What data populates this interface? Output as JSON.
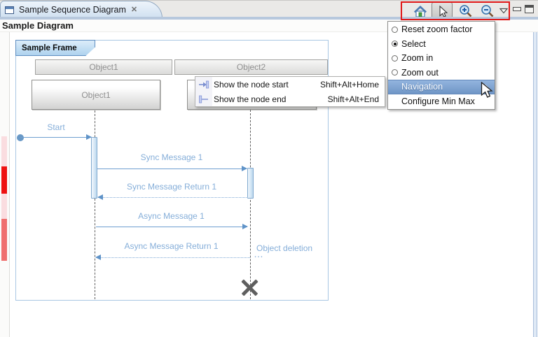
{
  "tab": {
    "title": "Sample Sequence Diagram",
    "close_glyph": "✕"
  },
  "breadcrumb": {
    "label": "Sample Diagram"
  },
  "toolbar": {
    "icons": [
      "home-icon",
      "select-cursor-icon",
      "zoom-in-icon",
      "zoom-out-icon",
      "menu-dropdown-icon"
    ],
    "window": [
      "minimize-icon",
      "maximize-icon"
    ]
  },
  "diagram": {
    "frame_label": "Sample Frame",
    "headers": {
      "object1": "Object1",
      "object2": "Object2"
    },
    "boxes": {
      "object1": "Object1"
    },
    "messages": {
      "start": "Start",
      "sync1": "Sync Message 1",
      "sync1_return": "Sync Message Return 1",
      "async1": "Async Message 1",
      "async1_return": "Async Message Return 1"
    },
    "deletion_label": "Object deletion",
    "ellipsis": "…"
  },
  "submenu": {
    "items": [
      {
        "icon": "show-node-start-icon",
        "label": "Show the node start",
        "shortcut": "Shift+Alt+Home"
      },
      {
        "icon": "show-node-end-icon",
        "label": "Show the node end",
        "shortcut": "Shift+Alt+End"
      }
    ]
  },
  "context_menu": {
    "items": [
      {
        "label": "Reset zoom factor",
        "type": "radio",
        "selected": false
      },
      {
        "label": "Select",
        "type": "radio",
        "selected": true
      },
      {
        "label": "Zoom in",
        "type": "radio",
        "selected": false
      },
      {
        "label": "Zoom out",
        "type": "radio",
        "selected": false
      },
      {
        "label": "Navigation",
        "type": "submenu",
        "highlighted": true
      },
      {
        "label": "Configure Min Max",
        "type": "normal"
      }
    ]
  },
  "colors": {
    "annotation_red": "#e01717",
    "menu_highlight": "#7fa3d4",
    "message_blue": "#85aed9",
    "frame_border": "#a9c7e3",
    "marker_red": "#ee1111",
    "marker_salmon": "#ef6f6f",
    "marker_pink": "#fadde0"
  }
}
